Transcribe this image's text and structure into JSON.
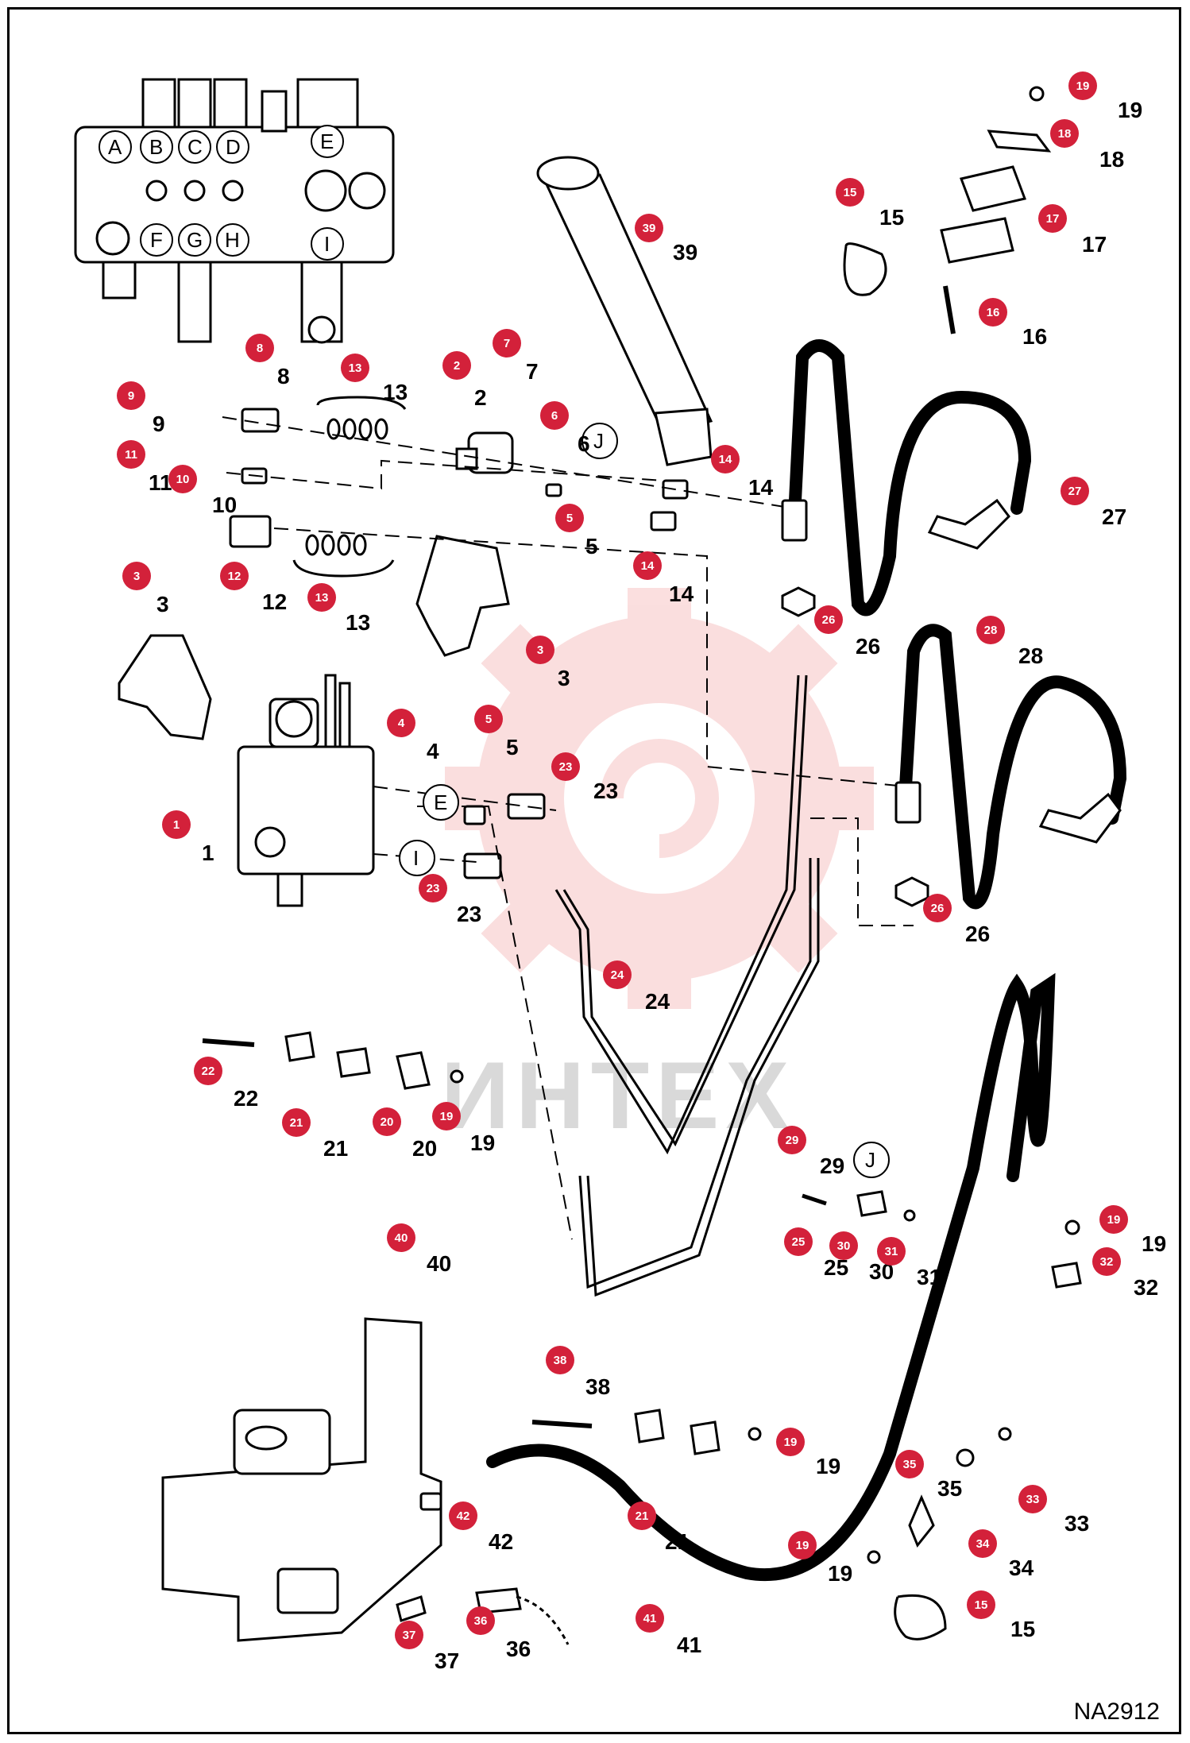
{
  "diagram": {
    "reference": "NA2912",
    "watermark": "ИНТЕХ",
    "colors": {
      "badge": "#d3213a",
      "line": "#000000",
      "watermark": "#f3a3a3"
    }
  },
  "valve_letters": [
    "A",
    "B",
    "C",
    "D",
    "E",
    "F",
    "G",
    "H",
    "I"
  ],
  "connectors": [
    "E",
    "I",
    "J",
    "J"
  ],
  "callouts": [
    {
      "id": "c1",
      "num": "1"
    },
    {
      "id": "c2",
      "num": "2"
    },
    {
      "id": "c3a",
      "num": "3"
    },
    {
      "id": "c3b",
      "num": "3"
    },
    {
      "id": "c4",
      "num": "4"
    },
    {
      "id": "c5a",
      "num": "5"
    },
    {
      "id": "c5b",
      "num": "5"
    },
    {
      "id": "c6",
      "num": "6"
    },
    {
      "id": "c7",
      "num": "7"
    },
    {
      "id": "c8",
      "num": "8"
    },
    {
      "id": "c9",
      "num": "9"
    },
    {
      "id": "c10",
      "num": "10"
    },
    {
      "id": "c11",
      "num": "11"
    },
    {
      "id": "c12",
      "num": "12"
    },
    {
      "id": "c13a",
      "num": "13"
    },
    {
      "id": "c13b",
      "num": "13"
    },
    {
      "id": "c14a",
      "num": "14"
    },
    {
      "id": "c14b",
      "num": "14"
    },
    {
      "id": "c15a",
      "num": "15"
    },
    {
      "id": "c15b",
      "num": "15"
    },
    {
      "id": "c16",
      "num": "16"
    },
    {
      "id": "c17",
      "num": "17"
    },
    {
      "id": "c18",
      "num": "18"
    },
    {
      "id": "c19a",
      "num": "19"
    },
    {
      "id": "c19b",
      "num": "19"
    },
    {
      "id": "c19c",
      "num": "19"
    },
    {
      "id": "c19d",
      "num": "19"
    },
    {
      "id": "c19e",
      "num": "19"
    },
    {
      "id": "c20",
      "num": "20"
    },
    {
      "id": "c21a",
      "num": "21"
    },
    {
      "id": "c21b",
      "num": "21"
    },
    {
      "id": "c22",
      "num": "22"
    },
    {
      "id": "c23a",
      "num": "23"
    },
    {
      "id": "c23b",
      "num": "23"
    },
    {
      "id": "c24",
      "num": "24"
    },
    {
      "id": "c25",
      "num": "25"
    },
    {
      "id": "c26a",
      "num": "26"
    },
    {
      "id": "c26b",
      "num": "26"
    },
    {
      "id": "c27",
      "num": "27"
    },
    {
      "id": "c28",
      "num": "28"
    },
    {
      "id": "c29",
      "num": "29"
    },
    {
      "id": "c30",
      "num": "30"
    },
    {
      "id": "c31",
      "num": "31"
    },
    {
      "id": "c32",
      "num": "32"
    },
    {
      "id": "c33",
      "num": "33"
    },
    {
      "id": "c34",
      "num": "34"
    },
    {
      "id": "c35",
      "num": "35"
    },
    {
      "id": "c36",
      "num": "36"
    },
    {
      "id": "c37",
      "num": "37"
    },
    {
      "id": "c38",
      "num": "38"
    },
    {
      "id": "c39",
      "num": "39"
    },
    {
      "id": "c40",
      "num": "40"
    },
    {
      "id": "c41",
      "num": "41"
    },
    {
      "id": "c42",
      "num": "42"
    }
  ]
}
